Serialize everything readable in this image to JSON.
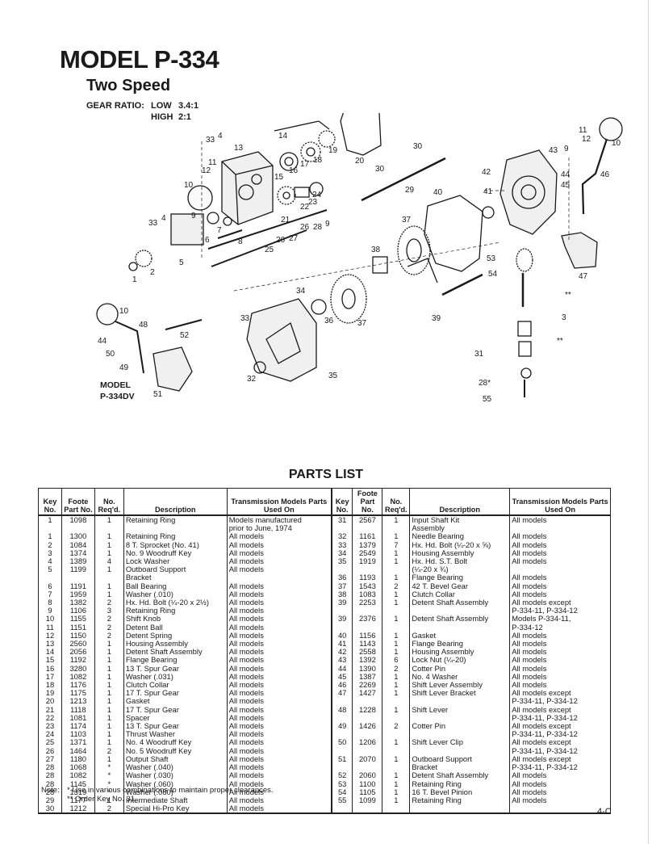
{
  "page": {
    "model_title": "MODEL P-334",
    "subtitle": "Two Speed",
    "gear_ratio": {
      "label": "GEAR RATIO:",
      "low_label": "LOW",
      "low_value": "3.4:1",
      "high_label": "HIGH",
      "high_value": "2:1"
    },
    "parts_list_title": "PARTS LIST",
    "page_number": "4-C"
  },
  "diagram": {
    "inset_model_line1": "MODEL",
    "inset_model_line2": "P-334DV",
    "callouts": [
      "1",
      "2",
      "3",
      "4",
      "5",
      "6",
      "7",
      "8",
      "9",
      "10",
      "11",
      "12",
      "13",
      "14",
      "15",
      "16",
      "17",
      "18",
      "19",
      "20",
      "21",
      "22",
      "23",
      "24",
      "25",
      "26",
      "27",
      "28",
      "29",
      "30",
      "31",
      "32",
      "33",
      "34",
      "35",
      "36",
      "37",
      "38",
      "39",
      "40",
      "41",
      "42",
      "43",
      "44",
      "45",
      "46",
      "47",
      "48",
      "49",
      "50",
      "51",
      "52",
      "53",
      "54",
      "55",
      "28*",
      "**"
    ]
  },
  "table": {
    "headers": {
      "key": "Key No.",
      "foote": "Foote Part No.",
      "req": "No. Req'd.",
      "desc": "Description",
      "models": "Transmission Models Parts Used On"
    },
    "left_rows": [
      {
        "key": "1",
        "part": "1098",
        "req": "1",
        "desc": "Retaining Ring",
        "models": "Models manufactured"
      },
      {
        "key": "",
        "part": "",
        "req": "",
        "desc": "",
        "models": "prior to June, 1974"
      },
      {
        "key": "1",
        "part": "1300",
        "req": "1",
        "desc": "Retaining Ring",
        "models": "All models"
      },
      {
        "key": "2",
        "part": "1084",
        "req": "1",
        "desc": "8 T. Sprocket (No. 41)",
        "models": "All models"
      },
      {
        "key": "3",
        "part": "1374",
        "req": "1",
        "desc": "No. 9 Woodruff Key",
        "models": "All models"
      },
      {
        "key": "4",
        "part": "1389",
        "req": "4",
        "desc": "Lock Washer",
        "models": "All models"
      },
      {
        "key": "5",
        "part": "1199",
        "req": "1",
        "desc": "Outboard Support",
        "models": "All models"
      },
      {
        "key": "",
        "part": "",
        "req": "",
        "desc": "Bracket",
        "models": ""
      },
      {
        "key": "6",
        "part": "1191",
        "req": "1",
        "desc": "Ball Bearing",
        "models": "All models"
      },
      {
        "key": "7",
        "part": "1959",
        "req": "1",
        "desc": "Washer (.010)",
        "models": "All models"
      },
      {
        "key": "8",
        "part": "1382",
        "req": "2",
        "desc": "Hx. Hd. Bolt (¼-20 x 2½)",
        "models": "All models"
      },
      {
        "key": "9",
        "part": "1106",
        "req": "3",
        "desc": "Retaining Ring",
        "models": "All models"
      },
      {
        "key": "10",
        "part": "1155",
        "req": "2",
        "desc": "Shift Knob",
        "models": "All models"
      },
      {
        "key": "11",
        "part": "1151",
        "req": "2",
        "desc": "Detent Ball",
        "models": "All models"
      },
      {
        "key": "12",
        "part": "1150",
        "req": "2",
        "desc": "Detent Spring",
        "models": "All models"
      },
      {
        "key": "13",
        "part": "2560",
        "req": "1",
        "desc": "Housing Assembly",
        "models": "All models"
      },
      {
        "key": "14",
        "part": "2056",
        "req": "1",
        "desc": "Detent Shaft Assembly",
        "models": "All models"
      },
      {
        "key": "15",
        "part": "1192",
        "req": "1",
        "desc": "Flange Bearing",
        "models": "All models"
      },
      {
        "key": "16",
        "part": "3280",
        "req": "1",
        "desc": "13 T. Spur Gear",
        "models": "All models"
      },
      {
        "key": "17",
        "part": "1082",
        "req": "1",
        "desc": "Washer (.031)",
        "models": "All models"
      },
      {
        "key": "18",
        "part": "1176",
        "req": "1",
        "desc": "Clutch Collar",
        "models": "All models"
      },
      {
        "key": "19",
        "part": "1175",
        "req": "1",
        "desc": "17 T. Spur Gear",
        "models": "All models"
      },
      {
        "key": "20",
        "part": "1213",
        "req": "1",
        "desc": "Gasket",
        "models": "All models"
      },
      {
        "key": "21",
        "part": "1118",
        "req": "1",
        "desc": "17 T. Spur Gear",
        "models": "All models"
      },
      {
        "key": "22",
        "part": "1081",
        "req": "1",
        "desc": "Spacer",
        "models": "All models"
      },
      {
        "key": "23",
        "part": "1174",
        "req": "1",
        "desc": "13 T. Spur Gear",
        "models": "All models"
      },
      {
        "key": "24",
        "part": "1103",
        "req": "1",
        "desc": "Thrust Washer",
        "models": "All models"
      },
      {
        "key": "25",
        "part": "1371",
        "req": "1",
        "desc": "No. 4 Woodruff Key",
        "models": "All models"
      },
      {
        "key": "26",
        "part": "1464",
        "req": "2",
        "desc": "No. 5 Woodruff Key",
        "models": "All models"
      },
      {
        "key": "27",
        "part": "1180",
        "req": "1",
        "desc": "Output Shaft",
        "models": "All models"
      },
      {
        "key": "28",
        "part": "1068",
        "req": "*",
        "desc": "Washer (.040)",
        "models": "All models"
      },
      {
        "key": "28",
        "part": "1082",
        "req": "*",
        "desc": "Washer (.030)",
        "models": "All models"
      },
      {
        "key": "28",
        "part": "1145",
        "req": "*",
        "desc": "Washer (.060)",
        "models": "All models"
      },
      {
        "key": "28",
        "part": "1319",
        "req": "*",
        "desc": "Washer (.080)",
        "models": "All models"
      },
      {
        "key": "29",
        "part": "1177",
        "req": "1",
        "desc": "Intermediate Shaft",
        "models": "All models"
      },
      {
        "key": "30",
        "part": "1212",
        "req": "2",
        "desc": "Special Hi-Pro Key",
        "models": "All models"
      }
    ],
    "right_rows": [
      {
        "key": "31",
        "part": "2567",
        "req": "1",
        "desc": "Input Shaft Kit",
        "models": "All models"
      },
      {
        "key": "",
        "part": "",
        "req": "",
        "desc": "Assembly",
        "models": ""
      },
      {
        "key": "32",
        "part": "1161",
        "req": "1",
        "desc": "Needle Bearing",
        "models": "All models"
      },
      {
        "key": "33",
        "part": "1379",
        "req": "7",
        "desc": "Hx. Hd. Bolt (¼-20 x ⅝)",
        "models": "All models"
      },
      {
        "key": "34",
        "part": "2549",
        "req": "1",
        "desc": "Housing Assembly",
        "models": "All models"
      },
      {
        "key": "35",
        "part": "1919",
        "req": "1",
        "desc": "Hx. Hd. S.T. Bolt",
        "models": "All models"
      },
      {
        "key": "",
        "part": "",
        "req": "",
        "desc": "(¼-20 x ¾)",
        "models": ""
      },
      {
        "key": "36",
        "part": "1193",
        "req": "1",
        "desc": "Flange Bearing",
        "models": "All models"
      },
      {
        "key": "37",
        "part": "1543",
        "req": "2",
        "desc": "42 T. Bevel Gear",
        "models": "All models"
      },
      {
        "key": "38",
        "part": "1083",
        "req": "1",
        "desc": "Clutch Collar",
        "models": "All models"
      },
      {
        "key": "39",
        "part": "2253",
        "req": "1",
        "desc": "Detent Shaft Assembly",
        "models": "All models except"
      },
      {
        "key": "",
        "part": "",
        "req": "",
        "desc": "",
        "models": "P-334-11, P-334-12"
      },
      {
        "key": "39",
        "part": "2376",
        "req": "1",
        "desc": "Detent Shaft Assembly",
        "models": "Models P-334-11,"
      },
      {
        "key": "",
        "part": "",
        "req": "",
        "desc": "",
        "models": "P-334-12"
      },
      {
        "key": "40",
        "part": "1156",
        "req": "1",
        "desc": "Gasket",
        "models": "All models"
      },
      {
        "key": "41",
        "part": "1143",
        "req": "1",
        "desc": "Flange Bearing",
        "models": "All models"
      },
      {
        "key": "42",
        "part": "2558",
        "req": "1",
        "desc": "Housing Assembly",
        "models": "All models"
      },
      {
        "key": "43",
        "part": "1392",
        "req": "6",
        "desc": "Lock Nut (¼-20)",
        "models": "All models"
      },
      {
        "key": "44",
        "part": "1390",
        "req": "2",
        "desc": "Cotter Pin",
        "models": "All models"
      },
      {
        "key": "45",
        "part": "1387",
        "req": "1",
        "desc": "No. 4 Washer",
        "models": "All models"
      },
      {
        "key": "46",
        "part": "2269",
        "req": "1",
        "desc": "Shift Lever Assembly",
        "models": "All models"
      },
      {
        "key": "47",
        "part": "1427",
        "req": "1",
        "desc": "Shift Lever Bracket",
        "models": "All models except"
      },
      {
        "key": "",
        "part": "",
        "req": "",
        "desc": "",
        "models": "P-334-11, P-334-12"
      },
      {
        "key": "48",
        "part": "1228",
        "req": "1",
        "desc": "Shift Lever",
        "models": "All models except"
      },
      {
        "key": "",
        "part": "",
        "req": "",
        "desc": "",
        "models": "P-334-11, P-334-12"
      },
      {
        "key": "49",
        "part": "1426",
        "req": "2",
        "desc": "Cotter Pin",
        "models": "All models except"
      },
      {
        "key": "",
        "part": "",
        "req": "",
        "desc": "",
        "models": "P-334-11, P-334-12"
      },
      {
        "key": "50",
        "part": "1206",
        "req": "1",
        "desc": "Shift Lever Clip",
        "models": "All models except"
      },
      {
        "key": "",
        "part": "",
        "req": "",
        "desc": "",
        "models": "P-334-11, P-334-12"
      },
      {
        "key": "51",
        "part": "2070",
        "req": "1",
        "desc": "Outboard Support",
        "models": "All models except"
      },
      {
        "key": "",
        "part": "",
        "req": "",
        "desc": "Bracket",
        "models": "P-334-11, P-334-12"
      },
      {
        "key": "52",
        "part": "2060",
        "req": "1",
        "desc": "Detent Shaft Assembly",
        "models": "All models"
      },
      {
        "key": "53",
        "part": "1100",
        "req": "1",
        "desc": "Retaining Ring",
        "models": "All models"
      },
      {
        "key": "54",
        "part": "1105",
        "req": "1",
        "desc": "16 T. Bevel Pinion",
        "models": "All models"
      },
      {
        "key": "55",
        "part": "1099",
        "req": "1",
        "desc": "Retaining Ring",
        "models": "All models"
      }
    ]
  },
  "notes": {
    "label": "Note:",
    "line1": "* Use in various combinations to maintain proper clearances.",
    "line2": "** Order Key No. 31."
  }
}
